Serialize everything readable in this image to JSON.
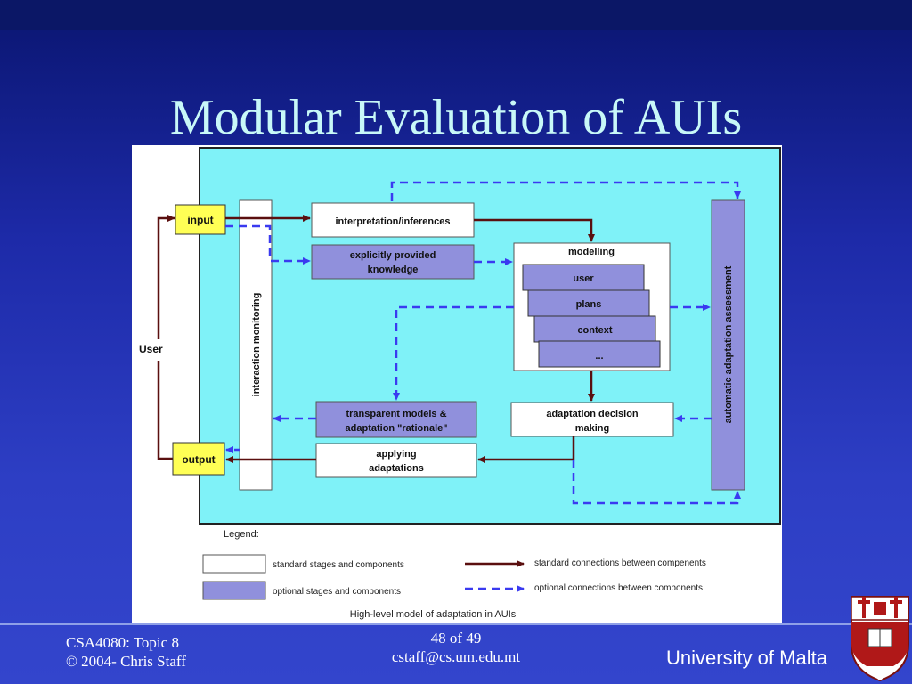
{
  "slide": {
    "title": "Modular Evaluation of AUIs",
    "footer_left_1": "CSA4080: Topic 8",
    "footer_left_2": "© 2004- Chris Staff",
    "footer_center_1": "48 of 49",
    "footer_center_2": "cstaff@cs.um.edu.mt",
    "footer_right": "University of Malta"
  },
  "diagram": {
    "user_label": "User",
    "input_label": "input",
    "output_label": "output",
    "interaction_monitoring": "interaction monitoring",
    "interpretation": "interpretation/inferences",
    "explicit_1": "explicitly provided",
    "explicit_2": "knowledge",
    "modelling": "modelling",
    "model_items": [
      "user",
      "plans",
      "context",
      "..."
    ],
    "transparent_1": "transparent models &",
    "transparent_2": "adaptation \"rationale\"",
    "applying_1": "applying",
    "applying_2": "adaptations",
    "decision_1": "adaptation decision",
    "decision_2": "making",
    "assessment": "automatic adaptation assessment",
    "legend_title": "Legend:",
    "legend_standard_box": "standard stages and components",
    "legend_optional_box": "optional stages and components",
    "legend_standard_conn": "standard connections between compenents",
    "legend_optional_conn": "optional connections between components",
    "caption": "High-level model of adaptation in AUIs"
  },
  "colors": {
    "cyan_area": "#7ff2f8",
    "optional_fill": "#9090dc",
    "yellow": "#ffff55",
    "std_arrow": "#5a0f0f",
    "opt_arrow": "#3a3af0"
  }
}
